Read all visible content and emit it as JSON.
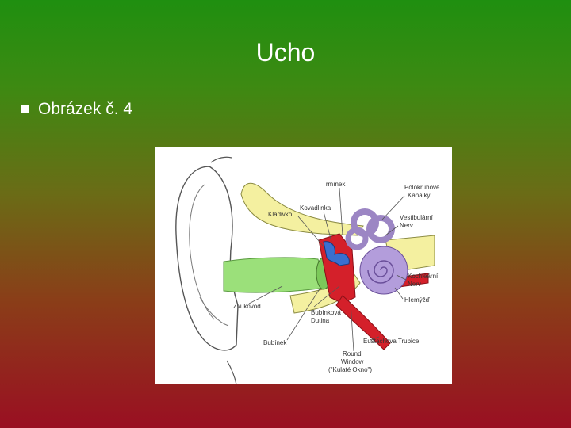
{
  "slide": {
    "title": "Ucho",
    "bullet": "Obrázek č. 4"
  },
  "colors": {
    "background_top": "#1f8f10",
    "background_bottom": "#9a0f22",
    "text": "#ffffff"
  },
  "figure": {
    "labels": {
      "trminek": "Třmínek",
      "polokruhove_1": "Polokruhové",
      "polokruhove_2": "Kanálky",
      "kovadlinka": "Kovadlinka",
      "kladivko": "Kladivko",
      "vestibularni_1": "Vestibulární",
      "vestibularni_2": "Nerv",
      "kochlearni_1": "Kochleární",
      "kochlearni_2": "Nerv",
      "hlemyzd": "Hlemýžď",
      "zvukovod": "Zvukovod",
      "bubinkova_1": "Bubínková",
      "bubinkova_2": "Dutina",
      "bubinek": "Bubínek",
      "eustachova": "Eustachova Trubice",
      "round_1": "Round",
      "round_2": "Window",
      "round_3": "(\"Kulaté Okno\")"
    }
  }
}
